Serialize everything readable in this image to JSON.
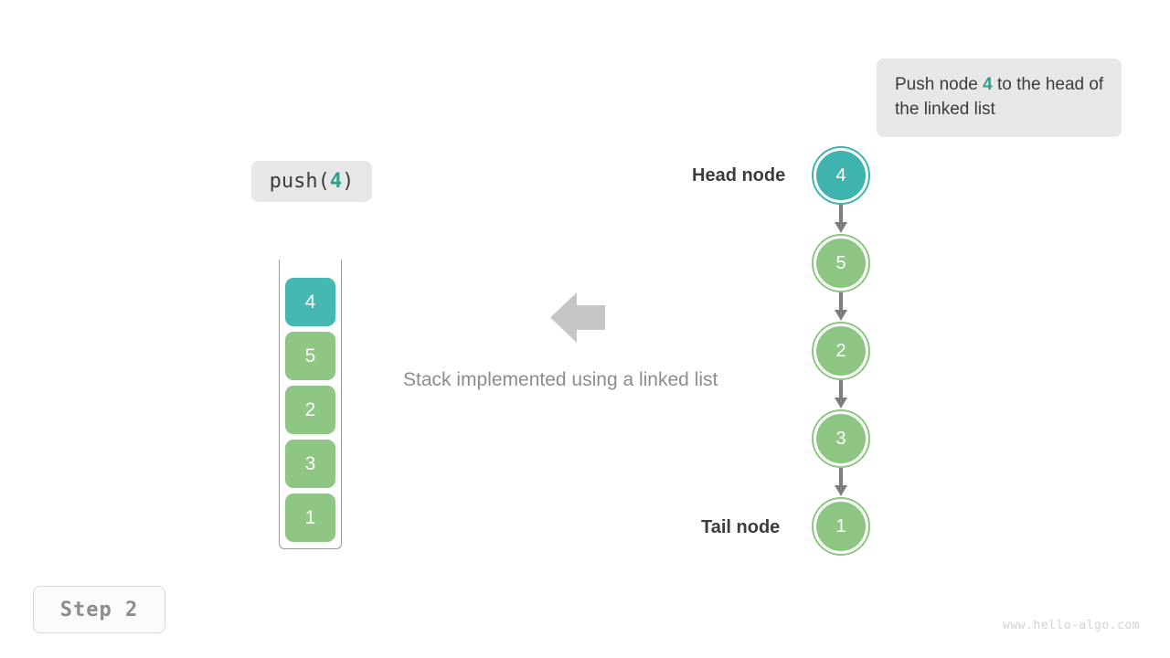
{
  "callout": {
    "text_before": "Push node ",
    "highlight": "4",
    "text_after": " to the head of the linked list"
  },
  "operation": {
    "name": "push",
    "open_paren": "(",
    "argument": "4",
    "close_paren": ")"
  },
  "stack": {
    "cells": [
      {
        "value": "4",
        "color": "teal"
      },
      {
        "value": "5",
        "color": "green"
      },
      {
        "value": "2",
        "color": "green"
      },
      {
        "value": "3",
        "color": "green"
      },
      {
        "value": "1",
        "color": "green"
      }
    ]
  },
  "caption": "Stack implemented using a linked list",
  "linked_list": {
    "nodes": [
      {
        "value": "4",
        "color": "teal"
      },
      {
        "value": "5",
        "color": "green"
      },
      {
        "value": "2",
        "color": "green"
      },
      {
        "value": "3",
        "color": "green"
      },
      {
        "value": "1",
        "color": "green"
      }
    ],
    "head_label": "Head node",
    "tail_label": "Tail node"
  },
  "step_badge": "Step 2",
  "watermark": "www.hello-algo.com",
  "colors": {
    "teal": "#45b8b2",
    "teal_node": "#3fb3ad",
    "green": "#8ec684",
    "accent_text": "#2e9e8f",
    "chip_bg": "#e7e7e7",
    "arrow_gray": "#c6c6c6",
    "link_gray": "#7e7e7e",
    "label_dark": "#3c3c3c",
    "caption_gray": "#8c8c8c",
    "watermark_gray": "#d2d2d2"
  }
}
